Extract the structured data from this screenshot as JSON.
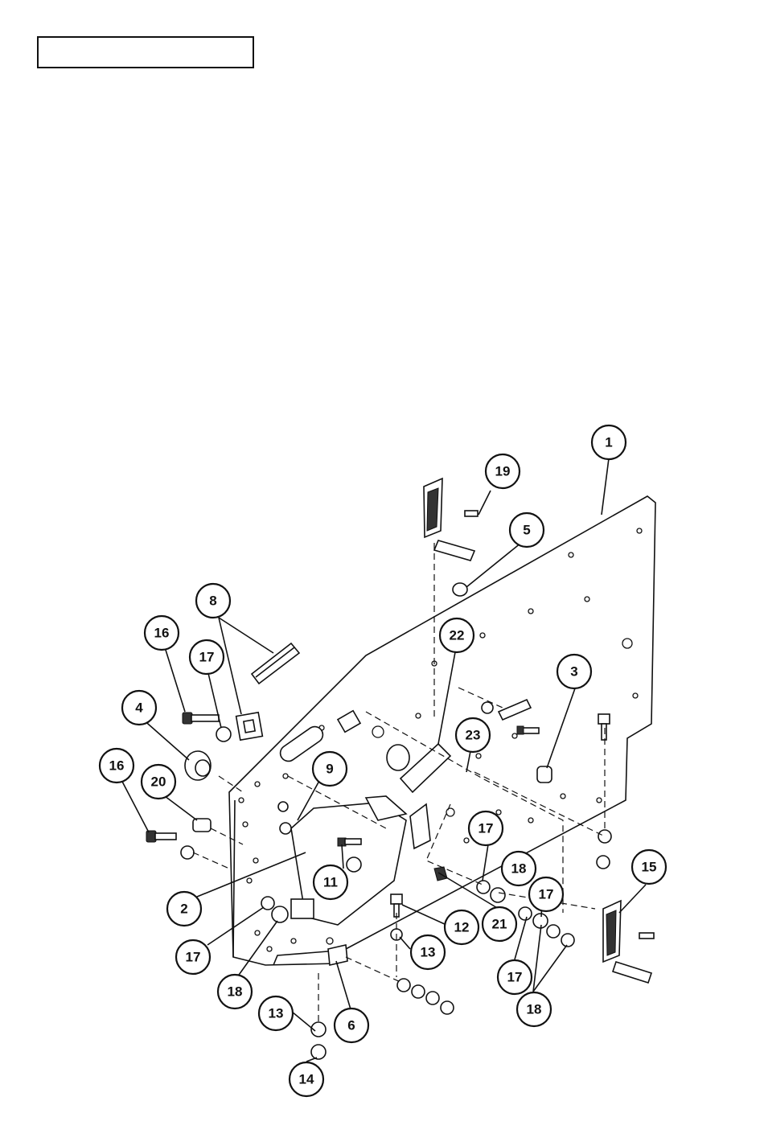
{
  "header": {
    "box_text": ""
  },
  "callouts": [
    {
      "id": "c1",
      "label": "1"
    },
    {
      "id": "c19",
      "label": "19"
    },
    {
      "id": "c5",
      "label": "5"
    },
    {
      "id": "c8",
      "label": "8"
    },
    {
      "id": "c16a",
      "label": "16"
    },
    {
      "id": "c17a",
      "label": "17"
    },
    {
      "id": "c22",
      "label": "22"
    },
    {
      "id": "c3",
      "label": "3"
    },
    {
      "id": "c4",
      "label": "4"
    },
    {
      "id": "c23",
      "label": "23"
    },
    {
      "id": "c16b",
      "label": "16"
    },
    {
      "id": "c20",
      "label": "20"
    },
    {
      "id": "c9",
      "label": "9"
    },
    {
      "id": "c17b",
      "label": "17"
    },
    {
      "id": "c18a",
      "label": "18"
    },
    {
      "id": "c15",
      "label": "15"
    },
    {
      "id": "c17c",
      "label": "17"
    },
    {
      "id": "c11",
      "label": "11"
    },
    {
      "id": "c2",
      "label": "2"
    },
    {
      "id": "c21",
      "label": "21"
    },
    {
      "id": "c12",
      "label": "12"
    },
    {
      "id": "c13a",
      "label": "13"
    },
    {
      "id": "c17d",
      "label": "17"
    },
    {
      "id": "c18b",
      "label": "18"
    },
    {
      "id": "c17e",
      "label": "17"
    },
    {
      "id": "c18c",
      "label": "18"
    },
    {
      "id": "c13b",
      "label": "13"
    },
    {
      "id": "c6",
      "label": "6"
    },
    {
      "id": "c14",
      "label": "14"
    }
  ]
}
